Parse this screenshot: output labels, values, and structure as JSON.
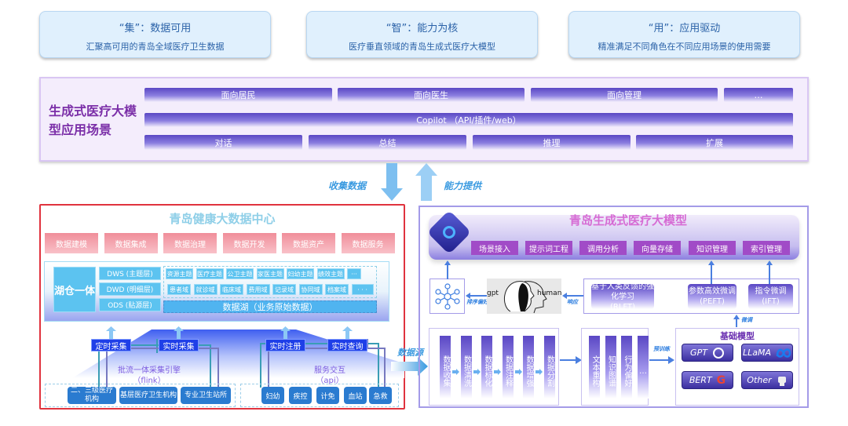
{
  "top_cards": [
    {
      "title": "“集”：数据可用",
      "subtitle": "汇聚高可用的青岛全域医疗卫生数据"
    },
    {
      "title": "“智”：能力为核",
      "subtitle": "医疗垂直领域的青岛生成式医疗大模型"
    },
    {
      "title": "“用”：应用驱动",
      "subtitle": "精准满足不同角色在不同应用场景的使用需要"
    }
  ],
  "scenarios": {
    "label": "生成式医疗大模型应用场景",
    "row1": [
      "面向居民",
      "面向医生",
      "面向管理",
      "…"
    ],
    "copilot": "Copilot （API/插件/web）",
    "row3": [
      "对话",
      "总结",
      "推理",
      "扩展"
    ]
  },
  "flow": {
    "collect": "收集数据",
    "provide": "能力提供",
    "datasource": "数据源"
  },
  "data_center": {
    "title": "青岛健康大数据中心",
    "steps": [
      "数据建模",
      "数据集成",
      "数据治理",
      "数据开发",
      "数据资产",
      "数据服务"
    ],
    "lakehouse": "湖仓一体",
    "layers": [
      "DWS (主题层)",
      "DWD (明细层)",
      "ODS (贴源层)"
    ],
    "topics": [
      "资源主题",
      "医疗主题",
      "公卫主题",
      "家医主题",
      "妇幼主题",
      "绩效主题",
      "···"
    ],
    "domains": [
      "患者域",
      "就诊域",
      "临床域",
      "费用域",
      "记录域",
      "协同域",
      "档案域",
      "· · ·"
    ],
    "lake": "数据湖（业务原始数据）",
    "collect_buttons": [
      "定时采集",
      "实时采集",
      "实时注册",
      "实时查询"
    ],
    "engine": "批流一体采集引擎",
    "engine_sub": "（flink）",
    "service": "服务交互",
    "service_sub": "（api）",
    "sources_left": [
      "二、三级医疗机构",
      "基层医疗卫生机构",
      "专业卫生站所"
    ],
    "sources_right": [
      "妇幼",
      "疾控",
      "计免",
      "血站",
      "急救"
    ]
  },
  "model": {
    "title": "青岛生成式医疗大模型",
    "tags": [
      "场景接入",
      "提示词工程",
      "调用分析",
      "向量存储",
      "知识管理",
      "索引管理"
    ],
    "gpt": "gpt",
    "human": "human",
    "rank_pref": "排序偏好",
    "response": "响应",
    "finetune": [
      {
        "name": "基于人类反馈的强化学习",
        "abbr": "(RLFT)"
      },
      {
        "name": "参数高效微调",
        "abbr": "(PEFT)"
      },
      {
        "name": "指令微调",
        "abbr": "(IFT)"
      }
    ],
    "finetune_label": "微调",
    "pipeline": [
      "数据收集",
      "数据清洗",
      "数据标化",
      "数据注释",
      "数据增强",
      "数据分割"
    ],
    "knowledge": [
      "文本重构",
      "知识图谱",
      "行为偏好",
      "…"
    ],
    "pretrain": "预训练",
    "base_title": "基础模型",
    "base_models": [
      "GPT",
      "LLaMA",
      "BERT",
      "Other"
    ]
  }
}
